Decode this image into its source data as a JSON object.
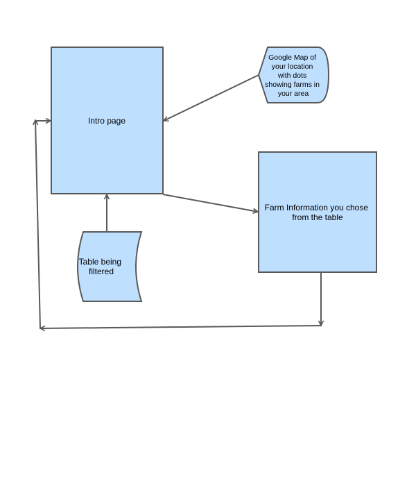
{
  "colors": {
    "node_fill": "#bfdfff",
    "stroke": "#595959",
    "arrow": "#595959",
    "background": "#ffffff"
  },
  "nodes": {
    "intro": {
      "shape": "rectangle",
      "label": "Intro page"
    },
    "map": {
      "shape": "display",
      "lines": [
        "Google Map of",
        "your location",
        "with dots",
        "showing farms in",
        "your area"
      ]
    },
    "farm": {
      "shape": "rectangle",
      "lines": [
        "Farm Information you chose",
        "from the table"
      ]
    },
    "table": {
      "shape": "stored-data",
      "lines": [
        "Table being",
        "filtered"
      ]
    }
  },
  "connectors": [
    {
      "from": "map",
      "to": "intro"
    },
    {
      "from": "intro",
      "to": "farm"
    },
    {
      "from": "table",
      "to": "intro"
    },
    {
      "from": "farm",
      "to": "intro",
      "route": "loop-back"
    }
  ]
}
